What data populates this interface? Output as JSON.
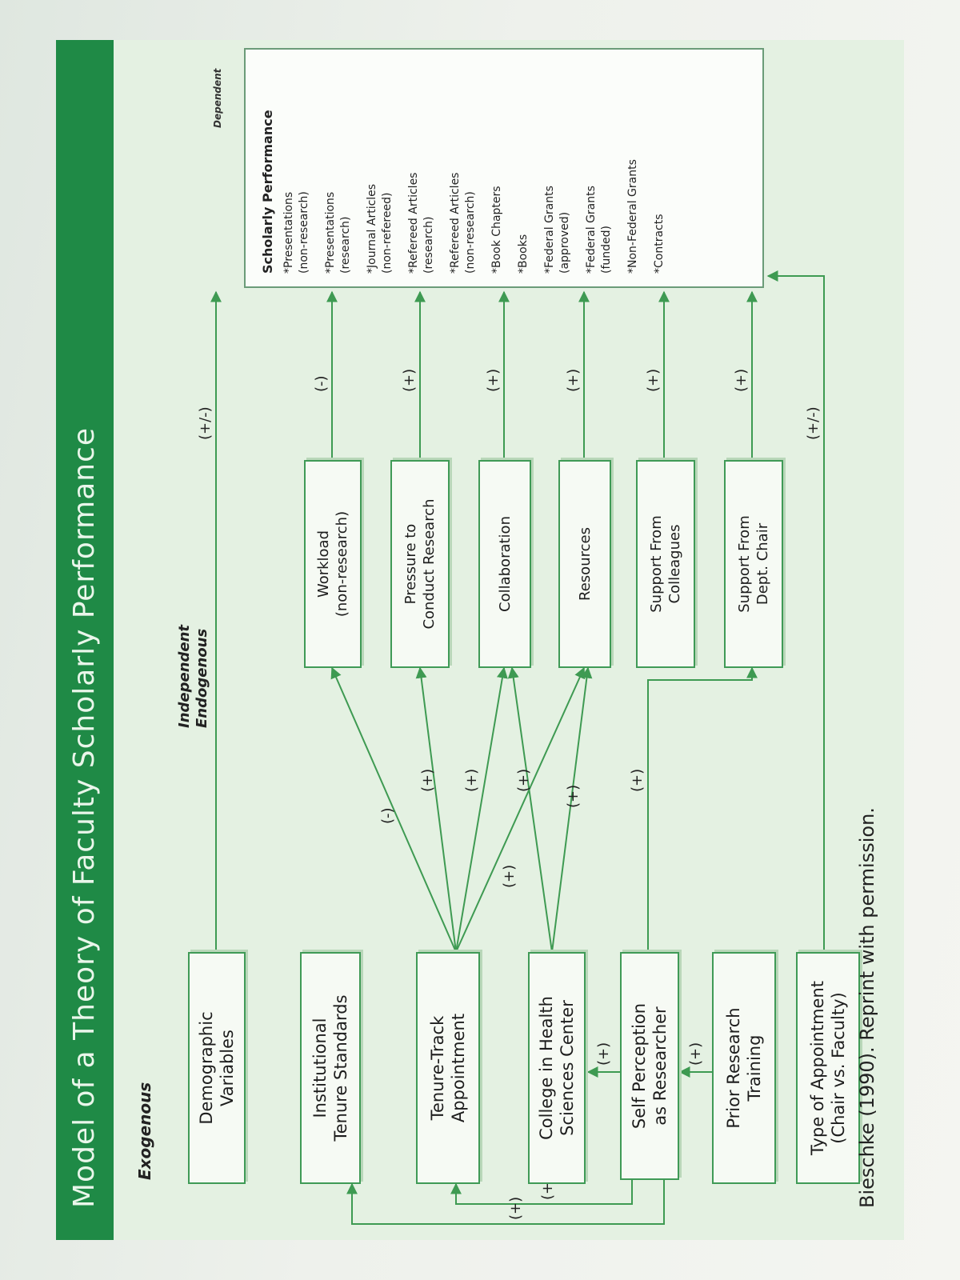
{
  "figure": {
    "title": "Model of a Theory of Faculty Scholarly Performance",
    "caption": "Bieschke (1990). Reprint with permission.",
    "accent_color": "#1f8a46",
    "line_color": "#3e9a52"
  },
  "columns": {
    "exogenous": "Exogenous",
    "independent": "Independent",
    "endogenous": "Endogenous",
    "dependent": "Dependent"
  },
  "exogenous_boxes": [
    {
      "lines": [
        "Demographic",
        "Variables"
      ]
    },
    {
      "lines": [
        "Institutional",
        "Tenure Standards"
      ]
    },
    {
      "lines": [
        "Tenure-Track",
        "Appointment"
      ]
    },
    {
      "lines": [
        "College in Health",
        "Sciences Center"
      ]
    },
    {
      "lines": [
        "Self Perception",
        "as Researcher"
      ]
    },
    {
      "lines": [
        "Prior Research",
        "Training"
      ]
    },
    {
      "lines": [
        "Type of Appointment",
        "(Chair vs. Faculty)"
      ]
    }
  ],
  "endogenous_boxes": [
    {
      "lines": [
        "Workload",
        "(non-research)"
      ]
    },
    {
      "lines": [
        "Pressure to",
        "Conduct Research"
      ]
    },
    {
      "lines": [
        "Collaboration"
      ]
    },
    {
      "lines": [
        "Resources"
      ]
    },
    {
      "lines": [
        "Support From",
        "Colleagues"
      ]
    },
    {
      "lines": [
        "Support From",
        "Dept. Chair"
      ]
    }
  ],
  "dependent": {
    "title": "Scholarly Performance",
    "items": [
      [
        "*Presentations",
        "(non-research)"
      ],
      [
        "*Presentations",
        "(research)"
      ],
      [
        "*Journal Articles",
        "(non-refereed)"
      ],
      [
        "*Refereed Articles",
        "(research)"
      ],
      [
        "*Refereed Articles",
        "(non-research)"
      ],
      [
        "*Book Chapters"
      ],
      [
        "*Books"
      ],
      [
        "*Federal Grants",
        "(approved)"
      ],
      [
        "*Federal Grants",
        "(funded)"
      ],
      [
        "*Non-Federal Grants"
      ],
      [
        "*Contracts"
      ]
    ]
  },
  "signs": {
    "demographic_to_performance": "(+/-)",
    "workload_to_performance": "(-)",
    "pressure_to_performance": "(+)",
    "collaboration_to_performance": "(+)",
    "resources_to_performance": "(+)",
    "support_colleagues_to_performance": "(+)",
    "chair_to_performance": "(+)",
    "type_to_performance": "(+/-)",
    "tenure_to_workload": "(-)",
    "tenure_to_pressure": "(+)",
    "tenure_to_collaboration": "(+)",
    "tenure_to_resources": "(+)",
    "college_to_collaboration": "(+)",
    "college_to_resources": "(+)",
    "self_to_chair": "(+)",
    "self_to_college": "(+)",
    "prior_to_self": "(+)",
    "self_to_institutional": "(+)",
    "self_to_tenure": "(+)"
  }
}
